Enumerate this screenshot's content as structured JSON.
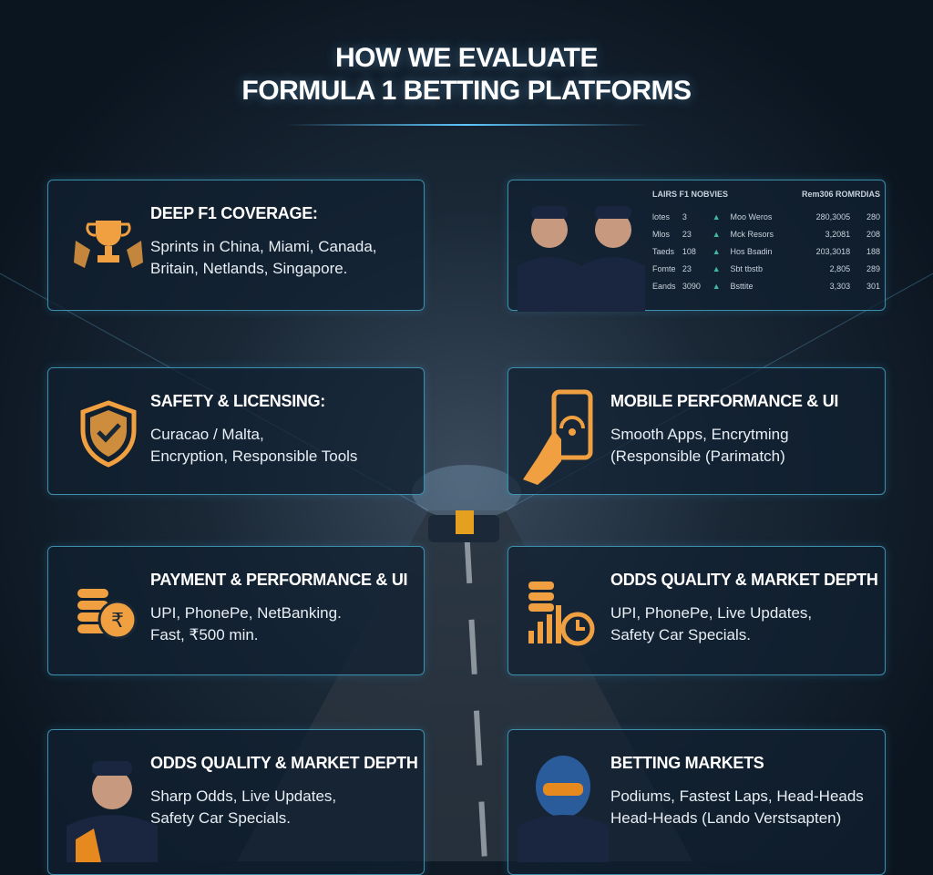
{
  "header": {
    "title_line1": "HOW WE EVALUATE",
    "title_line2": "FORMULA 1 BETTING PLATFORMS"
  },
  "colors": {
    "accent": "#f0a040",
    "border": "#3d8fae",
    "background": "#0f1c2a"
  },
  "cards": [
    {
      "icon": "trophy-checkered-flag-icon",
      "heading": "DEEP F1 COVERAGE:",
      "line1": "Sprints in China, Miami, Canada,",
      "line2": "Britain, Netlands, Singapore."
    },
    {
      "icon": "shield-check-icon",
      "heading": "SAFETY & LICENSING:",
      "line1": "Curacao / Malta,",
      "line2": "Encryption, Responsible Tools"
    },
    {
      "icon": "phone-hand-icon",
      "heading": "MOBILE PERFORMANCE & UI",
      "line1": "Smooth Apps, Encrytming",
      "line2": "(Responsible (Parimatch)"
    },
    {
      "icon": "rupee-coins-icon",
      "heading": "PAYMENT & PERFORMANCE & UI",
      "line1": "UPI, PhonePe, NetBanking.",
      "line2": "Fast, ₹500 min."
    },
    {
      "icon": "coins-chart-clock-icon",
      "heading": "ODDS QUALITY & MARKET DEPTH",
      "line1": "UPI, PhonePe, Live Updates,",
      "line2": "Safety Car Specials."
    },
    {
      "icon": "driver-portrait",
      "heading": "ODDS QUALITY & MARKET DEPTH",
      "line1": "Sharp Odds, Live Updates,",
      "line2": "Safety Car Specials."
    },
    {
      "icon": "helmet-driver-portrait",
      "heading": "BETTING MARKETS",
      "line1": "Podiums, Fastest Laps, Head-Heads",
      "line2": "Head-Heads (Lando Verstsapten)"
    }
  ],
  "table": {
    "title": "LAIRS F1 NOBVIES",
    "right_header": "Rem306 ROMRDIAS",
    "rows": [
      [
        "lotes",
        "3",
        "Moo Weros",
        "280,3005",
        "280"
      ],
      [
        "Mlos",
        "23",
        "Mck Resors",
        "3,2081",
        "208"
      ],
      [
        "Taeds",
        "108",
        "Hos Bsadin",
        "203,3018",
        "188"
      ],
      [
        "Fomte",
        "23",
        "Sbt tbstb",
        "2,805",
        "289"
      ],
      [
        "Eands",
        "3090",
        "Bsttite",
        "3,303",
        "301"
      ]
    ]
  }
}
